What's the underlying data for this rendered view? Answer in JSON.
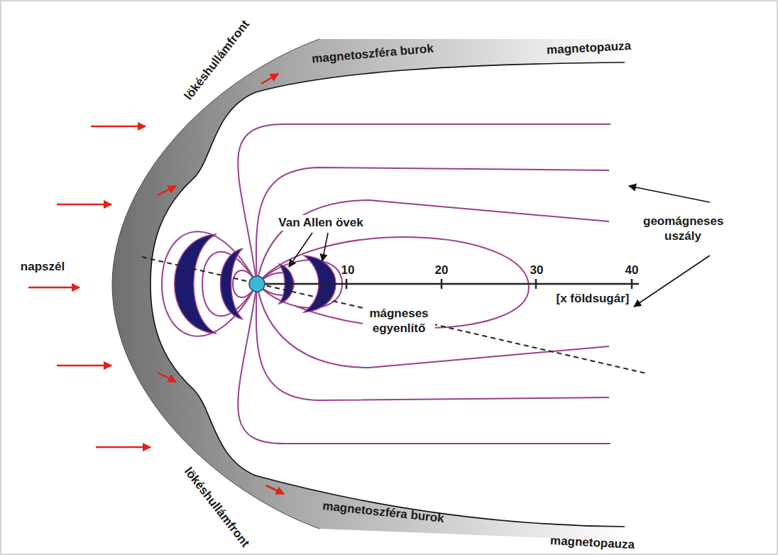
{
  "diagram": {
    "labels": [
      "lökéshullámfront",
      "magnetoszféra burok",
      "magnetopauza",
      "napszél",
      "Van Allen övek",
      "10",
      "20",
      "30",
      "40",
      "[x földsugár]",
      "mágneses egyenlítő",
      "geomágneses uszály",
      "lökéshullámfront",
      "magnetoszféra burok",
      "magnetopauza"
    ]
  }
}
